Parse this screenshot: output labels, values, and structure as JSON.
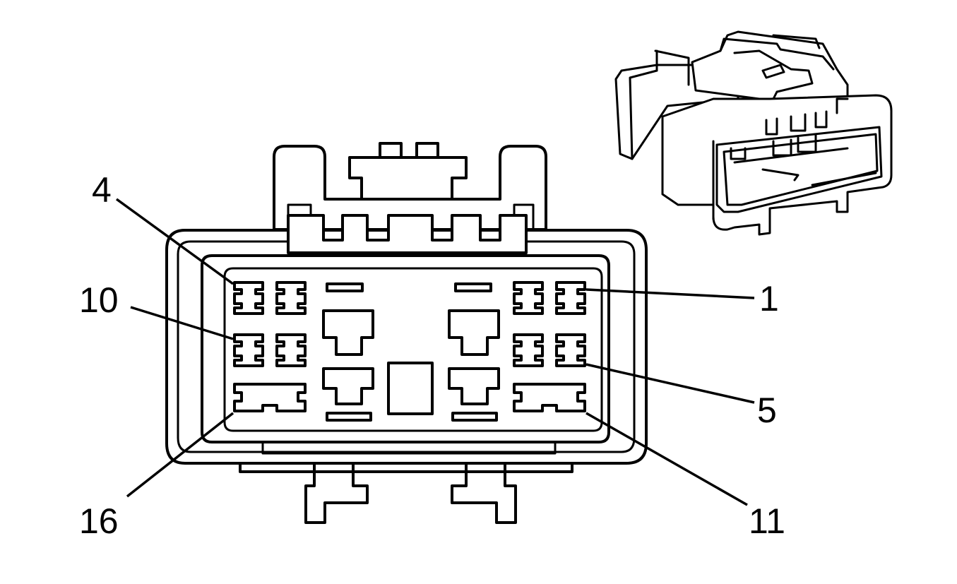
{
  "diagram": {
    "type": "connector-end-view",
    "labels": {
      "pin_4": "4",
      "pin_10": "10",
      "pin_16": "16",
      "pin_1": "1",
      "pin_5": "5",
      "pin_11": "11"
    }
  }
}
